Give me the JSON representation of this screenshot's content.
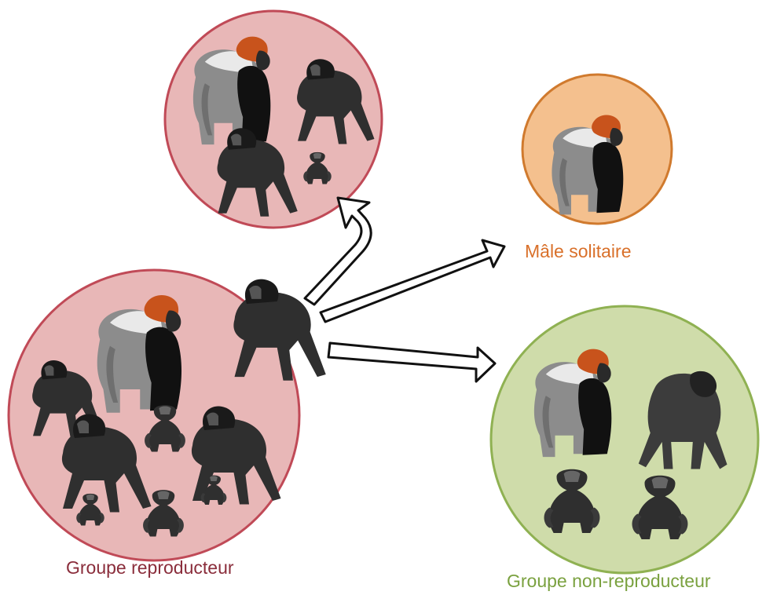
{
  "labels": {
    "reproductive_group": "Groupe reproducteur",
    "solitary_male": "Mâle solitaire",
    "non_reproductive_group": "Groupe non-reproducteur"
  },
  "colors": {
    "reproductive_fill": "#e8b7b7",
    "reproductive_stroke": "#c04a57",
    "reproductive_text": "#8a2d3b",
    "solitary_fill": "#f4c08e",
    "solitary_stroke": "#d07a2e",
    "solitary_text": "#d9702a",
    "nonrepro_fill": "#cfdcaa",
    "nonrepro_stroke": "#8fb152",
    "nonrepro_text": "#7aa13f",
    "arrow_fill": "#ffffff",
    "arrow_stroke": "#111111",
    "gorilla_body": "#2f2f2f",
    "silverback_grey": "#8c8c8c",
    "silverback_crest": "#c8531c"
  },
  "icons": {
    "silverback": "silverback-gorilla-icon",
    "female": "female-gorilla-icon",
    "juvenile": "juvenile-gorilla-icon",
    "blackback": "blackback-male-icon",
    "arrow": "dispersal-arrow-icon"
  }
}
